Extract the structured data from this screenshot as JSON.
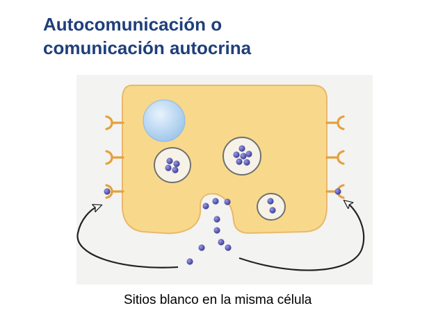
{
  "title": {
    "line1": "Autocomunicación o",
    "line2": "comunicación autocrina"
  },
  "caption": "Sitios blanco en la misma célula",
  "colors": {
    "title": "#1f3f7a",
    "panel_background": "#f3f3f1",
    "cell_fill": "#f8d98c",
    "cell_stroke": "#e9b86a",
    "receptor": "#e6a03a",
    "molecule": "#4a4ca8",
    "nucleus": "#bcd9f2",
    "vesicle_stroke": "#6f6f6f",
    "arrow": "#222222"
  },
  "icons": {
    "receptor": "y-shaped-receptor",
    "ligand": "signal-molecule-dot",
    "nucleus": "nucleus-circle",
    "vesicle": "secretory-vesicle",
    "arrow": "curved-arrow"
  }
}
